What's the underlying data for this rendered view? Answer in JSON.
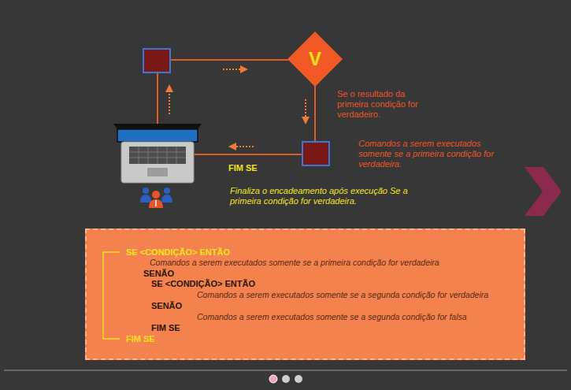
{
  "diagram": {
    "nodes": [
      {
        "text": [
          "V"
        ]
      },
      {
        "text": [
          "SE <CONDIÇÃO> ENTÃO",
          "Comandos a serem executados somente se a primeira condição for verdadeira",
          "SENÃO",
          "SE <CONDIÇÃO> ENTÃO",
          "Comandos a serem executados somente se a segunda condição for verdadeira",
          "SENÃO",
          "Comandos a serem executados somente se a segunda condição for falsa",
          "FIM SE",
          "FIM SE"
        ]
      }
    ],
    "labels": [
      "Se o resultado da primeira condição for verdadeiro.",
      "Comandos a serem executados somente se a primeira condição for verdadeira.",
      "FIM SE",
      "Finaliza o encadeamento após execução Se a primeira condição for verdadeira."
    ]
  }
}
